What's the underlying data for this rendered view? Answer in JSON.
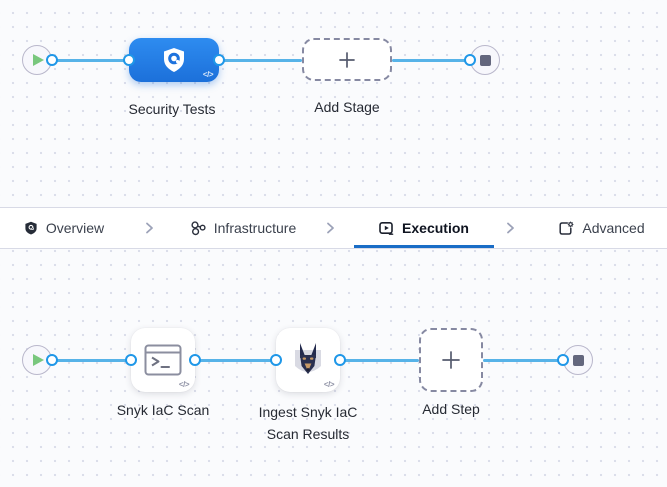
{
  "canvas": {
    "background": "#fafbfd",
    "dot_color": "#d9dce9",
    "connector_color": "#57b3e8",
    "stage_blue": "#1c70da",
    "underline_color": "#1a6dc6"
  },
  "stage_graph": {
    "start_node": "play",
    "end_node": "stop",
    "stage": {
      "label": "Security Tests",
      "icon": "security-shield-icon",
      "code_badge": "</>"
    },
    "add_stage": {
      "label": "Add Stage",
      "icon": "plus-icon"
    }
  },
  "tabs": [
    {
      "label": "Overview",
      "icon": "shield-icon",
      "active": false
    },
    {
      "label": "Infrastructure",
      "icon": "infrastructure-icon",
      "active": false
    },
    {
      "label": "Execution",
      "icon": "execution-icon",
      "active": true
    },
    {
      "label": "Advanced",
      "icon": "advanced-icon",
      "active": false
    }
  ],
  "step_graph": {
    "start_node": "play",
    "end_node": "stop",
    "steps": [
      {
        "label": "Snyk IaC Scan",
        "icon": "terminal-icon",
        "code_badge": "</>"
      },
      {
        "label": "Ingest Snyk IaC Scan Results",
        "icon": "snyk-dog-icon",
        "code_badge": "</>"
      }
    ],
    "add_step": {
      "label": "Add Step",
      "icon": "plus-icon"
    }
  }
}
